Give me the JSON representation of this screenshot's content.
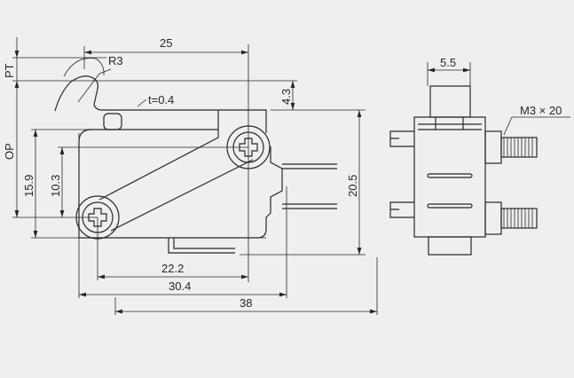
{
  "drawing": {
    "title": "Microswitch dimension drawing",
    "dimensions": {
      "width_25": "25",
      "radius": "R3",
      "thickness": "t=0.4",
      "pt": "PT",
      "op": "OP",
      "dim_4_3": "4.3",
      "dim_15_9": "15.9",
      "dim_10_3": "10.3",
      "dim_20_5": "20.5",
      "dim_22_2": "22.2",
      "dim_30_4": "30.4",
      "dim_38": "38",
      "dim_5_5": "5.5",
      "screw": "M3 × 20"
    }
  }
}
